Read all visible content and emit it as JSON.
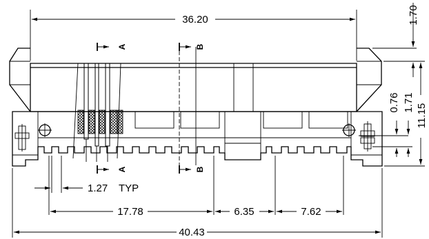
{
  "dimensions": {
    "overall_top": "36.20",
    "overall_bottom": "40.43",
    "pitch": "1.27",
    "pitch_note": "TYP",
    "span_left": "17.78",
    "gap_middle": "6.35",
    "span_right": "7.62",
    "height_top": "1.70",
    "height_total": "11.15",
    "height_a": "0.76",
    "height_b": "1.71"
  },
  "sections": {
    "a": "A",
    "b": "B"
  }
}
